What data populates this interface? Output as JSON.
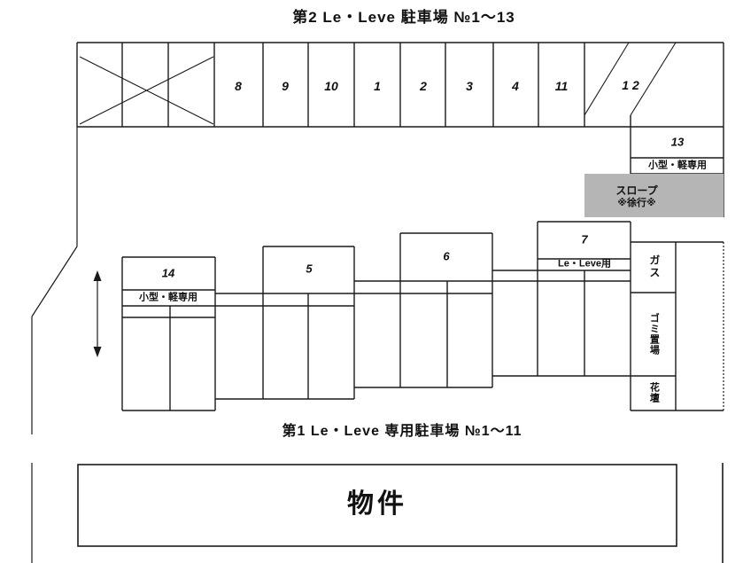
{
  "titles": {
    "top": "第2 Le・Leve 駐車場 №1〜13",
    "bottom": "第1 Le・Leve 専用駐車場 №1〜11"
  },
  "top_row": {
    "spaces": [
      "8",
      "9",
      "10",
      "1",
      "2",
      "3",
      "4",
      "11"
    ],
    "slanted_space": "1 2"
  },
  "space_13": {
    "number": "13",
    "label": "小型・軽専用"
  },
  "slope": {
    "line1": "スロープ",
    "line2": "※徐行※"
  },
  "space_14": {
    "number": "14",
    "label": "小型・軽専用"
  },
  "space_5": {
    "number": "5"
  },
  "space_6": {
    "number": "6"
  },
  "space_7": {
    "number": "7",
    "label": "Le・Leve用"
  },
  "facilities": {
    "gas": "ガス",
    "garbage": "ゴミ置場",
    "flowerbed": "花壇"
  },
  "property": {
    "label": "物件"
  },
  "colors": {
    "line": "#1a1a1a",
    "slope_fill": "#b5b5b5",
    "background": "#ffffff"
  }
}
